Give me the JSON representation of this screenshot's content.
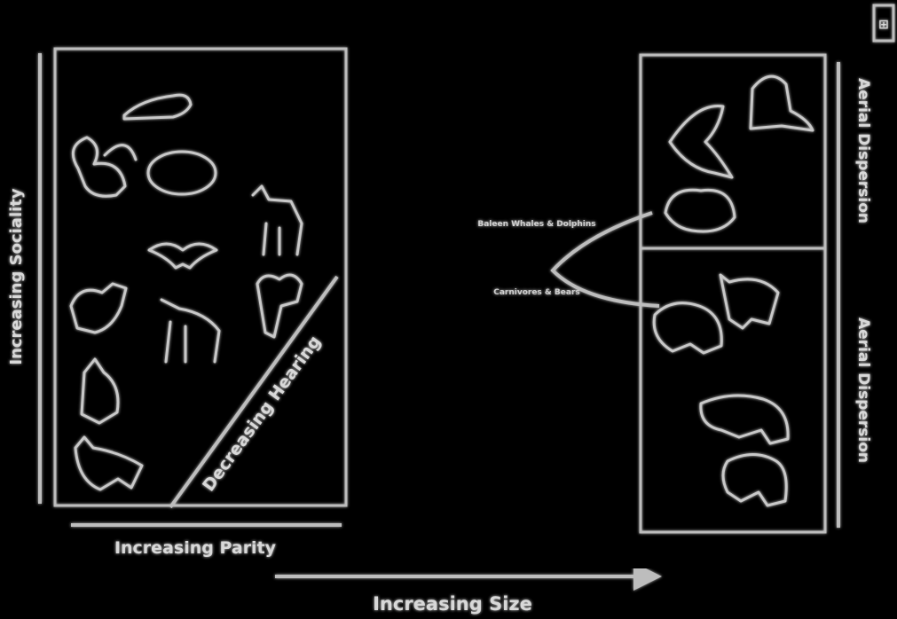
{
  "diagram": {
    "left_panel": {
      "y_axis_label": "Increasing Sociality",
      "x_axis_label": "Increasing Parity",
      "diagonal_label": "Decreasing Hearing"
    },
    "right_panel": {
      "top_axis_label": "Aerial Dispersion",
      "bottom_axis_label": "Aerial Dispersion",
      "annotation_top": "Baleen Whales & Dolphins",
      "annotation_bottom": "Carnivores & Bears"
    },
    "bottom_axis_label": "Increasing Size",
    "corner_box_label": "⊞"
  },
  "icons": {
    "left": [
      "seal-icon",
      "squirrel-icon",
      "armadillo-icon",
      "deer-icon",
      "bat-icon",
      "llama-icon",
      "goat-icon",
      "horse-icon",
      "kangaroo-icon",
      "cat-icon"
    ],
    "right": [
      "walrus-icon",
      "dolphin-icon",
      "whale-icon",
      "pig-icon",
      "hippo-icon",
      "elephant-icon",
      "bear-icon"
    ]
  }
}
